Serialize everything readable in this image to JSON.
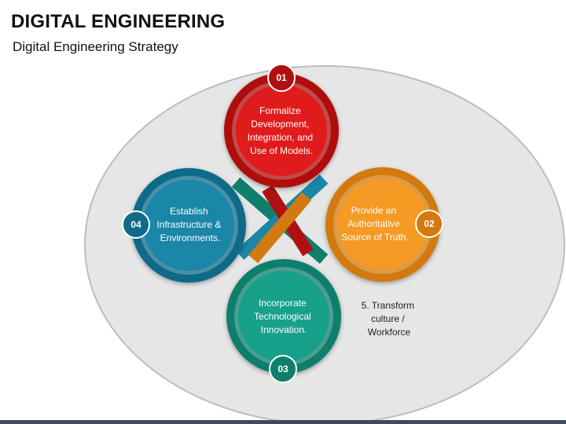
{
  "title": "DIGITAL ENGINEERING",
  "subtitle": "Digital Engineering Strategy",
  "steps": [
    {
      "number": "01",
      "lines": [
        "Formalize",
        "Development,",
        "Integration, and",
        "Use of Models."
      ],
      "color": "#e01b1b",
      "ring": "#b01010"
    },
    {
      "number": "02",
      "lines": [
        "Provide an",
        "Authoritative",
        "Source of Truth."
      ],
      "color": "#f59a23",
      "ring": "#d27a10"
    },
    {
      "number": "03",
      "lines": [
        "Incorporate",
        "Technological",
        "Innovation."
      ],
      "color": "#17a08a",
      "ring": "#0f7f6c"
    },
    {
      "number": "04",
      "lines": [
        "Establish",
        "Infrastructure &",
        "Environments."
      ],
      "color": "#1a86a8",
      "ring": "#116a88"
    }
  ],
  "note": {
    "lines": [
      "5. Transform",
      "culture /",
      "Workforce"
    ]
  }
}
